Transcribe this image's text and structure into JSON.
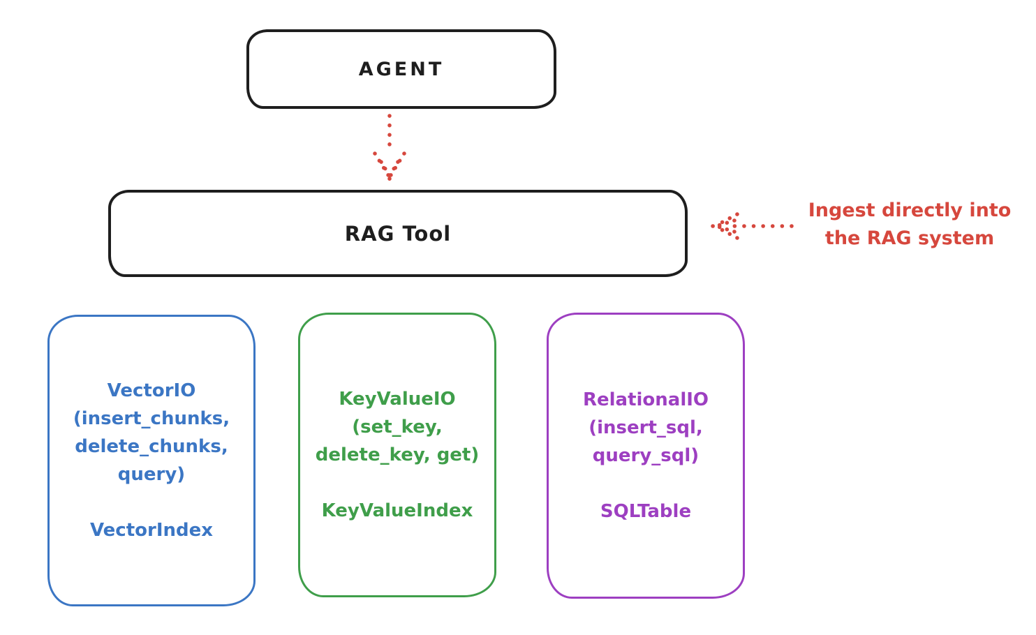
{
  "diagram": {
    "agent": {
      "label": "AGENT"
    },
    "rag_tool": {
      "label": "RAG Tool"
    },
    "annotation": {
      "text_lines": [
        "Ingest directly into",
        "the RAG system"
      ]
    },
    "cards": [
      {
        "id": "vector-io",
        "lines": [
          "VectorIO",
          "(insert_chunks,",
          "delete_chunks,",
          "query)",
          "",
          "VectorIndex"
        ]
      },
      {
        "id": "keyvalue-io",
        "lines": [
          "KeyValueIO",
          "(set_key,",
          "delete_key, get)",
          "",
          "KeyValueIndex"
        ]
      },
      {
        "id": "relational-io",
        "lines": [
          "RelationalIO",
          "(insert_sql,",
          "query_sql)",
          "",
          "SQLTable"
        ]
      }
    ],
    "colors": {
      "ink": "#1e1e1e",
      "annotation_red": "#d6473d",
      "vector_blue": "#3b76c4",
      "keyvalue_green": "#3f9e4a",
      "relational_purple": "#9d3fc1"
    }
  }
}
